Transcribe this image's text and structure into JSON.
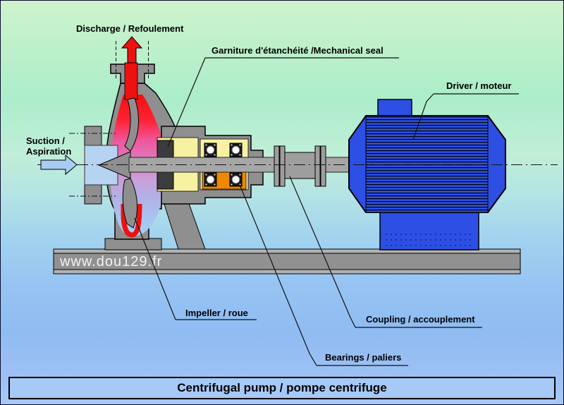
{
  "diagram": {
    "title": "Centrifugal pump / pompe centrifuge",
    "watermark": "www.dou129.fr",
    "labels": {
      "discharge": "Discharge / Refoulement",
      "mechanical_seal": "Garniture d'étanchéité /Mechanical seal",
      "driver": "Driver / moteur",
      "suction_line1": "Suction /",
      "suction_line2": "Aspiration",
      "impeller": "Impeller / roue",
      "coupling": "Coupling / accouplement",
      "bearings": "Bearings / paliers"
    },
    "colors": {
      "accent_red": "#ee1111",
      "motor_blue": "#2d4fe3",
      "casing_gray": "#8f8f8f",
      "bearing_housing_yellow": "#f6f2a2",
      "bearing_seat_orange": "#ee8800",
      "suction_arrow_blue": "#a9cdf2",
      "title_bar_blue": "#a6c9f7",
      "background_top_green": "#cdf3cd",
      "background_bottom_blue": "#a6c8f8"
    }
  }
}
